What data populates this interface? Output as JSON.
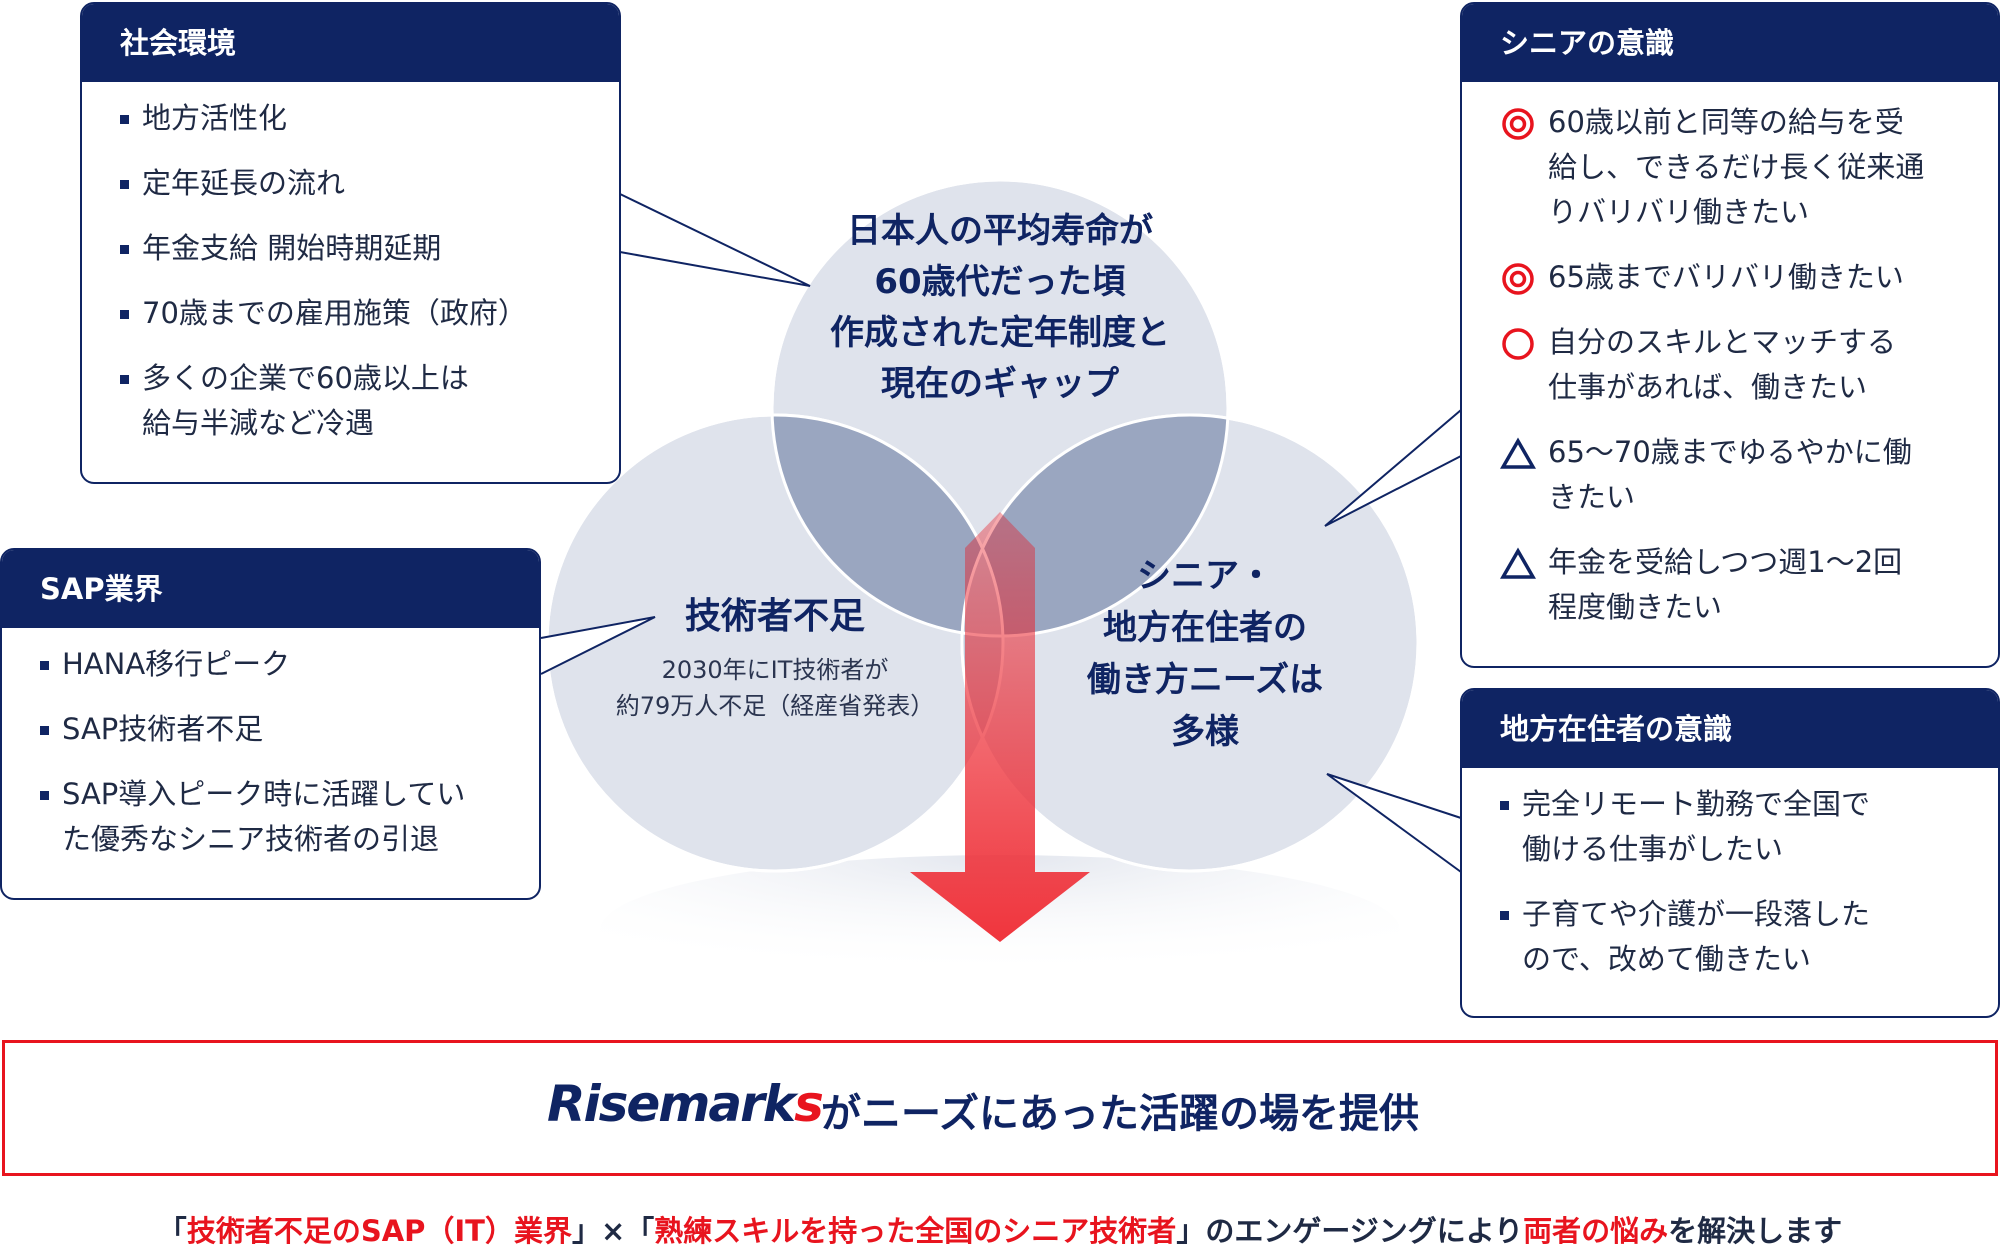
{
  "colors": {
    "navy": "#0f2463",
    "red": "#e8141e",
    "circle_fill": "#dfe3ec",
    "overlap_fill": "#9aa6c0",
    "center_fill": "#7d8bab"
  },
  "circles": {
    "top": {
      "lines": [
        "日本人の平均寿命が",
        "60歳代だった頃",
        "作成された定年制度と",
        "現在のギャップ"
      ]
    },
    "left": {
      "title": "技術者不足",
      "sub_lines": [
        "2030年にIT技術者が",
        "約79万人不足（経産省発表）"
      ]
    },
    "right": {
      "lines": [
        "シニア・",
        "地方在住者の",
        "働き方ニーズは",
        "多様"
      ]
    }
  },
  "social": {
    "title": "社会環境",
    "items": [
      "地方活性化",
      "定年延長の流れ",
      "年金支給 開始時期延期",
      "70歳までの雇用施策（政府）",
      "多くの企業で60歳以上は\n給与半減など冷遇"
    ]
  },
  "sap": {
    "title": "SAP業界",
    "items": [
      "HANA移行ピーク",
      "SAP技術者不足",
      "SAP導入ピーク時に活躍してい\nた優秀なシニア技術者の引退"
    ]
  },
  "senior": {
    "title": "シニアの意識",
    "items": [
      {
        "symbol": "double-circle",
        "text": "60歳以前と同等の給与を受\n給し、できるだけ長く従来通\nりバリバリ働きたい"
      },
      {
        "symbol": "double-circle",
        "text": "65歳までバリバリ働きたい"
      },
      {
        "symbol": "circle",
        "text": "自分のスキルとマッチする\n仕事があれば、働きたい"
      },
      {
        "symbol": "triangle",
        "text": "65〜70歳までゆるやかに働\nきたい"
      },
      {
        "symbol": "triangle",
        "text": "年金を受給しつつ週1〜2回\n程度働きたい"
      }
    ]
  },
  "regional": {
    "title": "地方在住者の意識",
    "items": [
      "完全リモート勤務で全国で\n働ける仕事がしたい",
      "子育てや介護が一段落した\nので、改めて働きたい"
    ]
  },
  "bottom": {
    "logo_main": "Risemark",
    "logo_tail": "s",
    "tagline": "がニーズにあった活躍の場を提供"
  },
  "footer": {
    "p1": "「",
    "p2": "技術者不足のSAP（IT）業界",
    "p3": "」×「",
    "p4": "熟練スキルを持った全国のシニア技術者",
    "p5": "」のエンゲージングにより",
    "p6": "両者の悩み",
    "p7": "を解決します"
  }
}
